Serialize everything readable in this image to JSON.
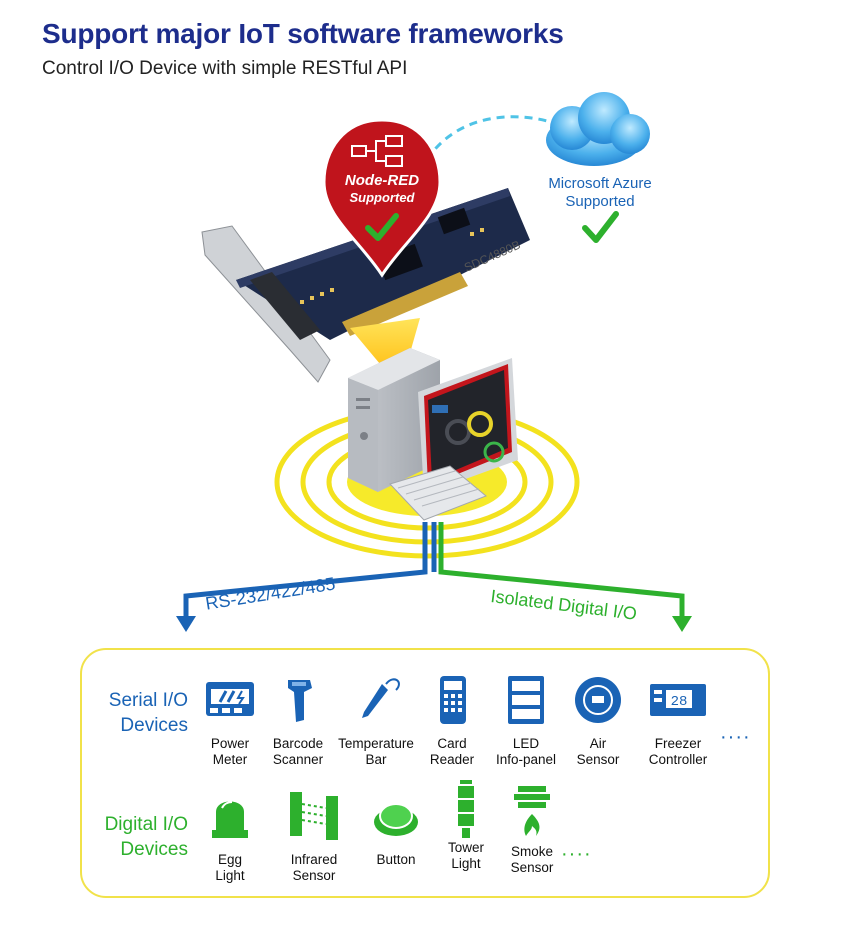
{
  "header": {
    "title": "Support major IoT software frameworks",
    "subtitle": "Control I/O Device with simple RESTful API"
  },
  "node_red": {
    "line1": "Node-RED",
    "line2": "Supported"
  },
  "azure": {
    "line1": "Microsoft Azure",
    "line2": "Supported"
  },
  "card": {
    "model": "SDC4880B"
  },
  "branches": {
    "serial": "RS-232/422/485",
    "digital": "Isolated Digital I/O"
  },
  "serial_devices": {
    "label_line1": "Serial I/O",
    "label_line2": "Devices",
    "items": [
      {
        "line1": "Power",
        "line2": "Meter",
        "icon": "power-meter-icon"
      },
      {
        "line1": "Barcode",
        "line2": "Scanner",
        "icon": "barcode-scanner-icon"
      },
      {
        "line1": "Temperature",
        "line2": "Bar",
        "icon": "temperature-bar-icon"
      },
      {
        "line1": "Card",
        "line2": "Reader",
        "icon": "card-reader-icon"
      },
      {
        "line1": "LED",
        "line2": "Info-panel",
        "icon": "led-info-panel-icon"
      },
      {
        "line1": "Air",
        "line2": "Sensor",
        "icon": "air-sensor-icon"
      },
      {
        "line1": "Freezer",
        "line2": "Controller",
        "icon": "freezer-controller-icon"
      }
    ],
    "more": "····"
  },
  "digital_devices": {
    "label_line1": "Digital I/O",
    "label_line2": "Devices",
    "items": [
      {
        "line1": "Egg",
        "line2": "Light",
        "icon": "egg-light-icon"
      },
      {
        "line1": "Infrared",
        "line2": "Sensor",
        "icon": "infrared-sensor-icon"
      },
      {
        "line1": "Button",
        "line2": "",
        "icon": "button-icon"
      },
      {
        "line1": "Tower",
        "line2": "Light",
        "icon": "tower-light-icon"
      },
      {
        "line1": "Smoke",
        "line2": "Sensor",
        "icon": "smoke-sensor-icon"
      }
    ],
    "more": "····"
  },
  "freezer_display": "28",
  "colors": {
    "title": "#1d2d8c",
    "serial_blue": "#1a63b5",
    "digital_green": "#2db02d",
    "node_red": "#c0141c",
    "ring_yellow": "#f3e21e",
    "box_border": "#f1e24a"
  }
}
